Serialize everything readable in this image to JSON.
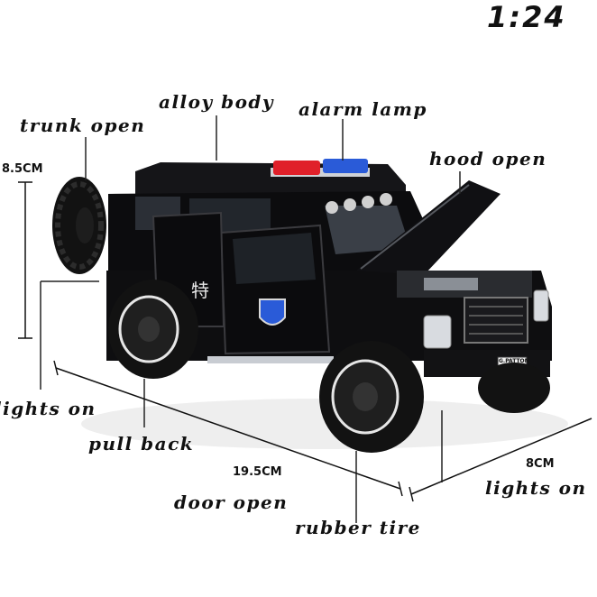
{
  "scale": "1:24",
  "features": {
    "alloy_body": "alloy body",
    "alarm_lamp": "alarm lamp",
    "trunk_open": "trunk open",
    "hood_open": "hood open",
    "lights_on_left": "lights on",
    "pull_back": "pull back",
    "door_open": "door open",
    "rubber_tire": "rubber tire",
    "lights_on_right": "lights on"
  },
  "dimensions": {
    "height": "8.5CM",
    "length": "19.5CM",
    "width": "8CM"
  },
  "vehicle": {
    "door_emblem": "特",
    "plate": "G.PATTON"
  },
  "colors": {
    "body": "#0c0c0e",
    "alarm_red": "#e0202a",
    "alarm_blue": "#2a5bd8",
    "chrome": "#c8ccd2"
  }
}
